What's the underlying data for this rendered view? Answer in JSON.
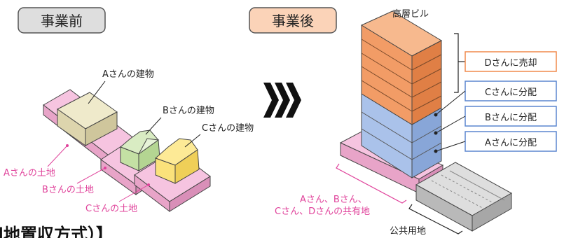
{
  "tags": {
    "before": "事業前",
    "after": "事業後"
  },
  "before": {
    "buildings": {
      "a": "Aさんの建物",
      "b": "Bさんの建物",
      "c": "Cさんの建物"
    },
    "lands": {
      "a": "Aさんの土地",
      "b": "Bさんの土地",
      "c": "Cさんの土地"
    }
  },
  "after": {
    "tower_label": "高層ビル",
    "allocations": [
      "Dさんに売却",
      "Cさんに分配",
      "Bさんに分配",
      "Aさんに分配"
    ],
    "shared_land_lines": [
      "Aさん、Bさん、",
      "Cさん、Dさんの共有地"
    ],
    "public_land": "公共用地"
  },
  "caption_fragment": "]地置収方式）】",
  "colors": {
    "tag_before_fill": "#dedede",
    "tag_after_fill": "#fbd3b8",
    "land_pink": "#f2b3d6",
    "pink_text": "#e0439b",
    "orange_floor": "#f09a62",
    "blue_floor": "#9fb9e4",
    "building_a": "#e6e0c0",
    "building_b": "#cfe6b4",
    "building_c": "#fbe27b"
  }
}
